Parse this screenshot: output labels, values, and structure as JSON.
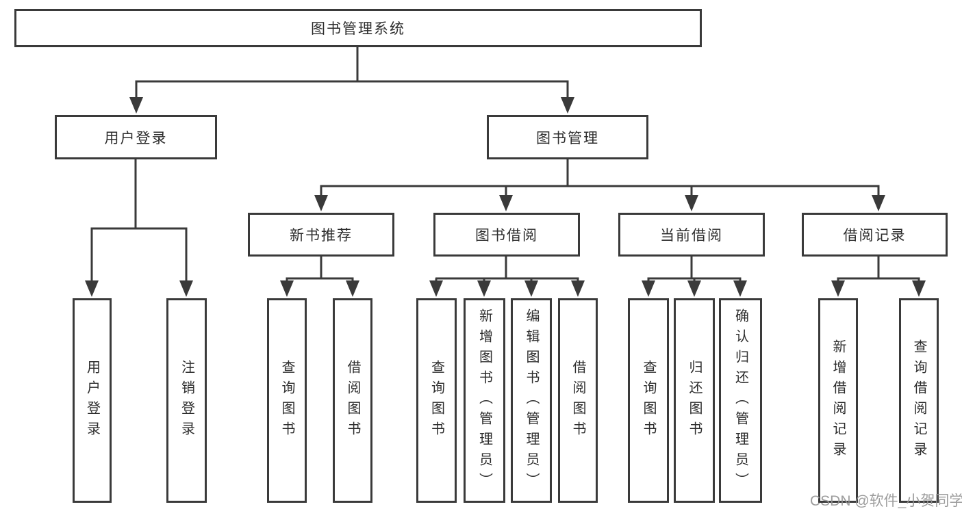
{
  "page": {
    "background": "#ffffff",
    "line_color": "#3a3a3a",
    "box_border_color": "#3a3a3a",
    "text_color": "#2d2d2d",
    "watermark_color": "#949494"
  },
  "watermark": {
    "text": "CSDN @软件_小贺同学"
  },
  "tree": {
    "root": {
      "label": "图书管理系统",
      "children": [
        {
          "label": "用户登录",
          "children": [
            {
              "label": "用户登录"
            },
            {
              "label": "注销登录"
            }
          ]
        },
        {
          "label": "图书管理",
          "children": [
            {
              "label": "新书推荐",
              "children": [
                {
                  "label": "查询图书"
                },
                {
                  "label": "借阅图书"
                }
              ]
            },
            {
              "label": "图书借阅",
              "children": [
                {
                  "label": "查询图书"
                },
                {
                  "label": "新增图书（管理员）"
                },
                {
                  "label": "编辑图书（管理员）"
                },
                {
                  "label": "借阅图书"
                }
              ]
            },
            {
              "label": "当前借阅",
              "children": [
                {
                  "label": "查询图书"
                },
                {
                  "label": "归还图书"
                },
                {
                  "label": "确认归还（管理员）"
                }
              ]
            },
            {
              "label": "借阅记录",
              "children": [
                {
                  "label": "新增借阅记录"
                },
                {
                  "label": "查询借阅记录"
                }
              ]
            }
          ]
        }
      ]
    }
  }
}
